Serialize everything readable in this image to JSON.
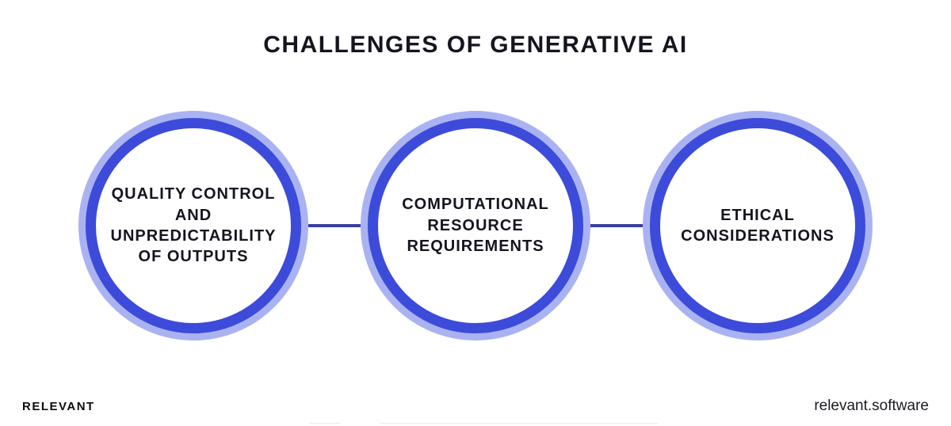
{
  "title": "CHALLENGES OF GENERATIVE AI",
  "nodes": [
    {
      "label": "QUALITY CONTROL AND UNPREDICTABILITY OF OUTPUTS"
    },
    {
      "label": "COMPUTATIONAL RESOURCE REQUIREMENTS"
    },
    {
      "label": "ETHICAL CONSIDERATIONS"
    }
  ],
  "footer": {
    "logo": "RELEVANT",
    "website": "relevant.software"
  },
  "colors": {
    "ring": "#3c4bd9",
    "halo": "#aab3f2",
    "connector": "#3a3f9e",
    "text": "#15151f"
  }
}
